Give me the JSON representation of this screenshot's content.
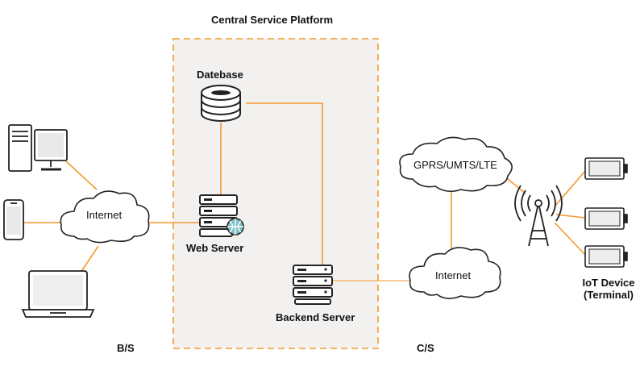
{
  "platform": {
    "title": "Central Service Platform"
  },
  "nodes": {
    "database": "Datebase",
    "web_server": "Web Server",
    "backend_server": "Backend Server",
    "internet_left": "Internet",
    "internet_right": "Internet",
    "mobile_network": "GPRS/UMTS/LTE",
    "iot_device_line1": "IoT Device",
    "iot_device_line2": "(Terminal)"
  },
  "zones": {
    "bs": "B/S",
    "cs": "C/S"
  },
  "colors": {
    "link": "#f29a2e",
    "box_border": "#f29a2e",
    "box_fill": "#f2f1f0",
    "device": "#333333"
  }
}
